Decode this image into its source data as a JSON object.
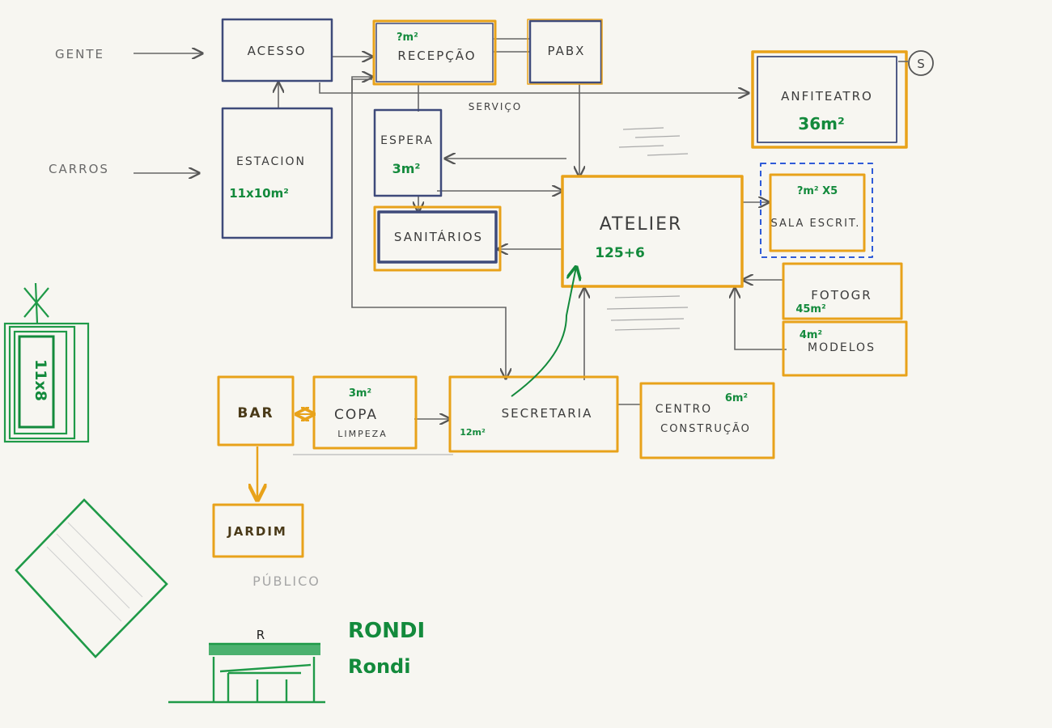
{
  "inputs": {
    "people": "GENTE",
    "cars": "CARROS"
  },
  "rooms": {
    "acesso": "ACESSO",
    "recepcao": "RECEPÇÃO",
    "recepcao_area": "?m²",
    "pabx": "PABX",
    "anfiteatro": "ANFITEATRO",
    "anfiteatro_area": "36m²",
    "estacion": "ESTACION",
    "estacion_area": "11x10m²",
    "espera": "ESPERA",
    "espera_area": "3m²",
    "sanitarios": "SANITÁRIOS",
    "atelier": "ATELIER",
    "atelier_area": "125+6",
    "sala_escrit": "SALA ESCRIT.",
    "sala_escrit_area": "?m² X5",
    "fotogr": "FOTOGR",
    "fotogr_area": "45m²",
    "modelos": "MODELOS",
    "modelos_area": "4m²",
    "bar": "BAR",
    "copa": "COPA",
    "copa_sub": "LIMPEZA",
    "copa_area": "3m²",
    "secretaria": "SECRETARIA",
    "secretaria_area": "12m²",
    "centro": "CENTRO",
    "centro_sub": "CONSTRUÇÃO",
    "centro_area": "6m²",
    "jardim": "JARDIM"
  },
  "labels": {
    "servico": "SERVIÇO",
    "publico": "PÚBLICO",
    "s_marker": "S",
    "rotated_box": "11x8",
    "elevation_mark": "R"
  },
  "signature": {
    "line1": "RONDI",
    "line2": "Rondi"
  }
}
